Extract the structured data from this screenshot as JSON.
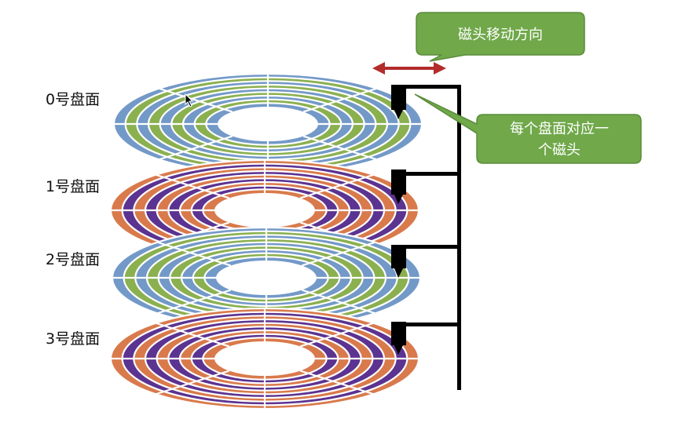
{
  "platters": [
    {
      "label": "0号盘面",
      "scheme": "blue-green"
    },
    {
      "label": "1号盘面",
      "scheme": "orange-purple"
    },
    {
      "label": "2号盘面",
      "scheme": "blue-green"
    },
    {
      "label": "3号盘面",
      "scheme": "orange-purple"
    }
  ],
  "callouts": {
    "head_direction": "磁头移动方向",
    "head_per_surface_line1": "每个盘面对应一",
    "head_per_surface_line2": "个磁头"
  },
  "colors": {
    "blue": "#7399c8",
    "green": "#8bb04f",
    "orange": "#d97a4c",
    "purple": "#5b3391",
    "arm": "#000000",
    "arrow": "#b32b2b",
    "callout_fill": "#70a84a",
    "callout_border": "#5a8c3a"
  }
}
